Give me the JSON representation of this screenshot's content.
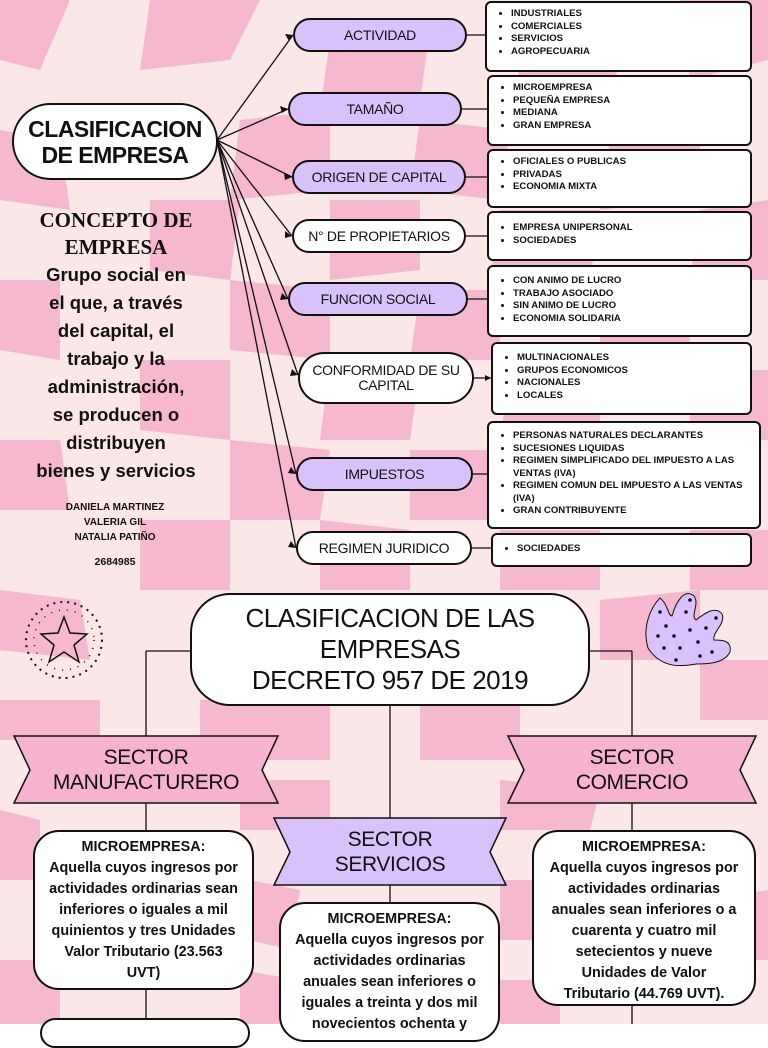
{
  "colors": {
    "pink": "#f5b8cf",
    "cream": "#fbe7e7",
    "purple": "#d9c2fb",
    "banner_pink": "#f5b3cf",
    "banner_lilac": "#d9c2fb"
  },
  "main_title": {
    "line1": "CLASIFICACION",
    "line2": "DE EMPRESA"
  },
  "concept": {
    "title_line1": "CONCEPTO DE",
    "title_line2": "EMPRESA",
    "body_lines": [
      "Grupo social en",
      "el que, a través",
      "del capital, el",
      "trabajo y la",
      "administración,",
      "se producen o",
      "distribuyen",
      "bienes y servicios"
    ]
  },
  "authors": {
    "names": [
      "DANIELA MARTINEZ",
      "VALERIA GIL",
      "NATALIA PATIÑO"
    ],
    "code": "2684985"
  },
  "categories": [
    {
      "label": "ACTIVIDAD",
      "items": [
        "INDUSTRIALES",
        "COMERCIALES",
        "SERVICIOS",
        "AGROPECUARIA"
      ]
    },
    {
      "label": "TAMAÑO",
      "items": [
        "MICROEMPRESA",
        "PEQUEÑA EMPRESA",
        "MEDIANA",
        "GRAN EMPRESA"
      ]
    },
    {
      "label": "ORIGEN DE CAPITAL",
      "items": [
        "OFICIALES O PUBLICAS",
        "PRIVADAS",
        "ECONOMIA MIXTA"
      ]
    },
    {
      "label": "N° DE PROPIETARIOS",
      "items": [
        "EMPRESA UNIPERSONAL",
        "SOCIEDADES"
      ]
    },
    {
      "label": "FUNCION SOCIAL",
      "items": [
        "CON ANIMO DE LUCRO",
        "TRABAJO ASOCIADO",
        "SIN ANIMO DE LUCRO",
        "ECONOMIA SOLIDARIA"
      ]
    },
    {
      "label_line1": "CONFORMIDAD DE SU",
      "label_line2": "CAPITAL",
      "items": [
        "MULTINACIONALES",
        "GRUPOS ECONOMICOS",
        "NACIONALES",
        "LOCALES"
      ]
    },
    {
      "label": "IMPUESTOS",
      "items": [
        "PERSONAS NATURALES DECLARANTES",
        "SUCESIONES LIQUIDAS",
        "REGIMEN SIMPLIFICADO DEL IMPUESTO A LAS VENTAS (IVA)",
        "REGIMEN COMUN DEL IMPUESTO A LAS VENTAS (IVA)",
        "GRAN CONTRIBUYENTE"
      ]
    },
    {
      "label": "REGIMEN JURIDICO",
      "items": [
        "SOCIEDADES"
      ]
    }
  ],
  "decree": {
    "line1": "CLASIFICACION DE LAS",
    "line2": "EMPRESAS",
    "line3": "DECRETO 957 DE 2019"
  },
  "sectors": [
    {
      "line1": "SECTOR",
      "line2": "MANUFACTURERO",
      "card_heading": "MICROEMPRESA:",
      "card_lines": [
        "Aquella cuyos ingresos por",
        "actividades ordinarias sean",
        "inferiores o iguales a mil",
        "quinientos y tres Unidades",
        "Valor Tributario (23.563",
        "UVT)"
      ]
    },
    {
      "line1": "SECTOR",
      "line2": "SERVICIOS",
      "card_heading": "MICROEMPRESA:",
      "card_lines": [
        "Aquella cuyos ingresos por",
        "actividades ordinarias",
        "anuales sean inferiores o",
        "iguales a treinta y dos mil",
        "novecientos ochenta y"
      ]
    },
    {
      "line1": "SECTOR",
      "line2": "COMERCIO",
      "card_heading": "MICROEMPRESA:",
      "card_lines": [
        "Aquella cuyos ingresos por",
        "actividades ordinarias",
        "anuales sean inferiores o a",
        "cuarenta y cuatro mil",
        "setecientos y nueve",
        "Unidades de Valor",
        "Tributario (44.769 UVT)."
      ]
    }
  ]
}
